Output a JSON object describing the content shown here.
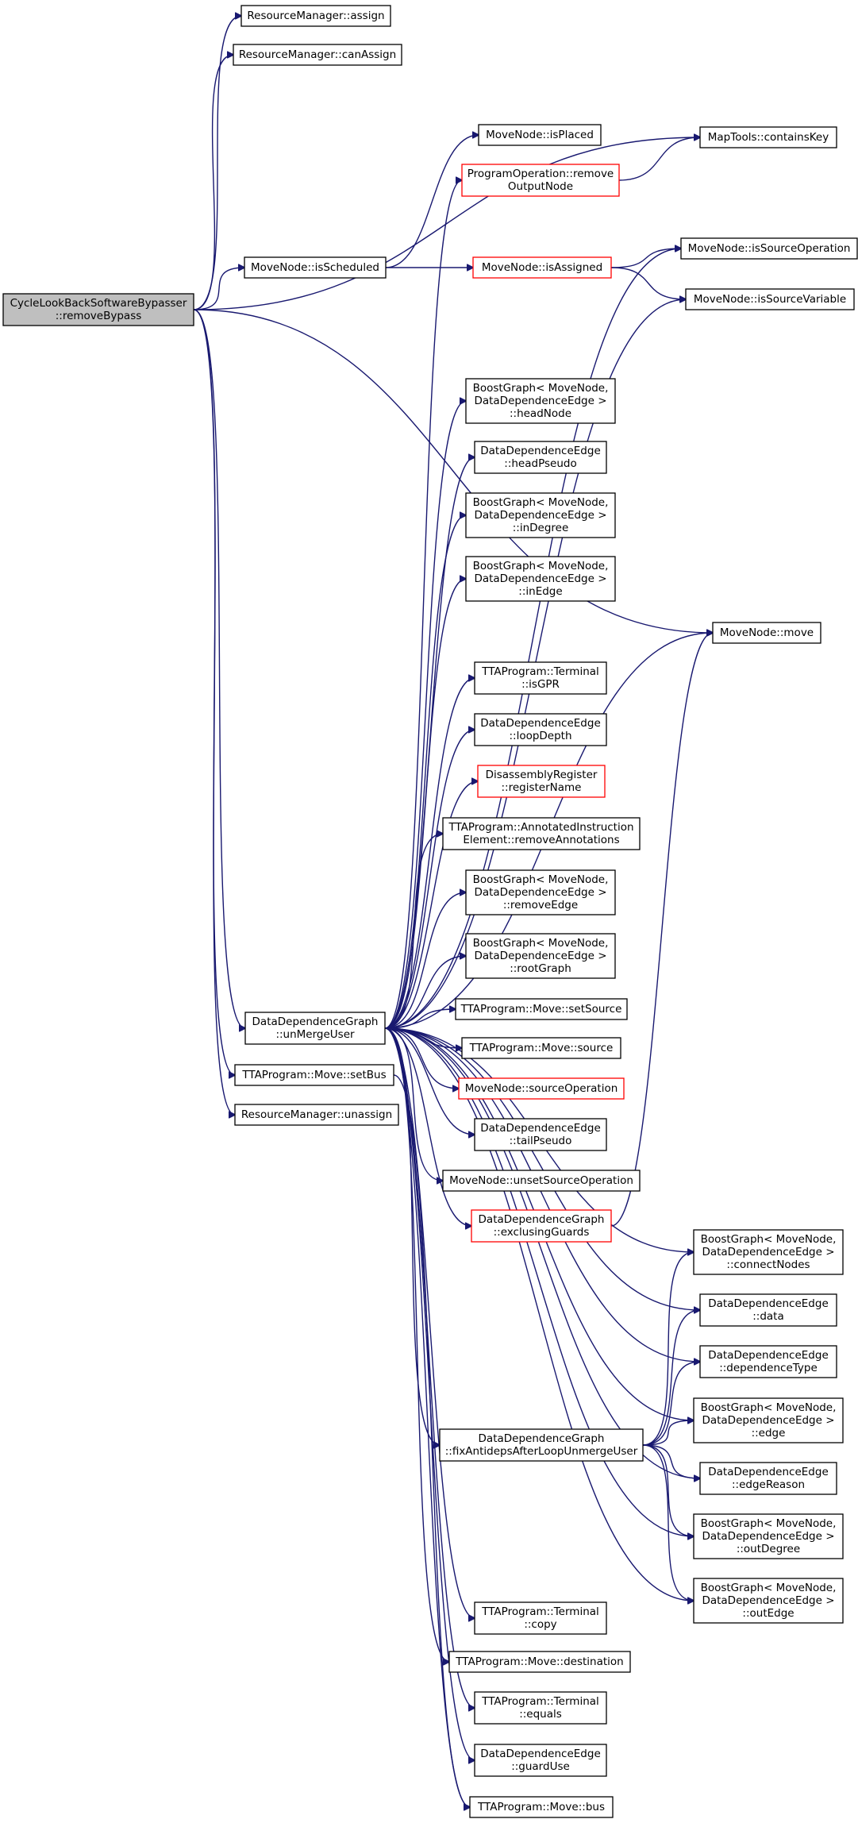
{
  "colors": {
    "edge": "#191970",
    "node_border": "#000000",
    "node_border_highlight": "#ff0000",
    "root_fill": "#bfbfbf",
    "node_fill": "#ffffff"
  },
  "nodes": [
    {
      "id": "root",
      "lines": [
        "CycleLookBackSoftwareBypasser",
        "::removeBypass"
      ],
      "style": "root"
    },
    {
      "id": "rm_assign",
      "lines": [
        "ResourceManager::assign"
      ]
    },
    {
      "id": "rm_canassign",
      "lines": [
        "ResourceManager::canAssign"
      ]
    },
    {
      "id": "mn_isplaced",
      "lines": [
        "MoveNode::isPlaced"
      ]
    },
    {
      "id": "mt_containskey",
      "lines": [
        "MapTools::containsKey"
      ]
    },
    {
      "id": "po_removeoutput",
      "lines": [
        "ProgramOperation::remove",
        "OutputNode"
      ],
      "style": "red"
    },
    {
      "id": "mn_isscheduled",
      "lines": [
        "MoveNode::isScheduled"
      ]
    },
    {
      "id": "mn_isassigned",
      "lines": [
        "MoveNode::isAssigned"
      ],
      "style": "red"
    },
    {
      "id": "mn_issourceop",
      "lines": [
        "MoveNode::isSourceOperation"
      ]
    },
    {
      "id": "mn_issourcevar",
      "lines": [
        "MoveNode::isSourceVariable"
      ]
    },
    {
      "id": "bg_headnode",
      "lines": [
        "BoostGraph< MoveNode,",
        "DataDependenceEdge >",
        "::headNode"
      ]
    },
    {
      "id": "dde_headpseudo",
      "lines": [
        "DataDependenceEdge",
        "::headPseudo"
      ]
    },
    {
      "id": "bg_indegree",
      "lines": [
        "BoostGraph< MoveNode,",
        "DataDependenceEdge >",
        "::inDegree"
      ]
    },
    {
      "id": "bg_inedge",
      "lines": [
        "BoostGraph< MoveNode,",
        "DataDependenceEdge >",
        "::inEdge"
      ]
    },
    {
      "id": "mn_move",
      "lines": [
        "MoveNode::move"
      ]
    },
    {
      "id": "tta_term_isgpr",
      "lines": [
        "TTAProgram::Terminal",
        "::isGPR"
      ]
    },
    {
      "id": "dde_loopdepth",
      "lines": [
        "DataDependenceEdge",
        "::loopDepth"
      ]
    },
    {
      "id": "dr_registername",
      "lines": [
        "DisassemblyRegister",
        "::registerName"
      ],
      "style": "red"
    },
    {
      "id": "tta_annot",
      "lines": [
        "TTAProgram::AnnotatedInstruction",
        "Element::removeAnnotations"
      ]
    },
    {
      "id": "bg_removeedge",
      "lines": [
        "BoostGraph< MoveNode,",
        "DataDependenceEdge >",
        "::removeEdge"
      ]
    },
    {
      "id": "bg_rootgraph",
      "lines": [
        "BoostGraph< MoveNode,",
        "DataDependenceEdge >",
        "::rootGraph"
      ]
    },
    {
      "id": "ddg_unmerge",
      "lines": [
        "DataDependenceGraph",
        "::unMergeUser"
      ]
    },
    {
      "id": "tta_move_setsource",
      "lines": [
        "TTAProgram::Move::setSource"
      ]
    },
    {
      "id": "tta_move_source",
      "lines": [
        "TTAProgram::Move::source"
      ]
    },
    {
      "id": "tta_move_setbus",
      "lines": [
        "TTAProgram::Move::setBus"
      ]
    },
    {
      "id": "mn_sourceop",
      "lines": [
        "MoveNode::sourceOperation"
      ],
      "style": "red"
    },
    {
      "id": "rm_unassign",
      "lines": [
        "ResourceManager::unassign"
      ]
    },
    {
      "id": "dde_tailpseudo",
      "lines": [
        "DataDependenceEdge",
        "::tailPseudo"
      ]
    },
    {
      "id": "mn_unsetsourceop",
      "lines": [
        "MoveNode::unsetSourceOperation"
      ]
    },
    {
      "id": "ddg_exclguards",
      "lines": [
        "DataDependenceGraph",
        "::exclusingGuards"
      ],
      "style": "red"
    },
    {
      "id": "bg_connectnodes",
      "lines": [
        "BoostGraph< MoveNode,",
        "DataDependenceEdge >",
        "::connectNodes"
      ]
    },
    {
      "id": "dde_data",
      "lines": [
        "DataDependenceEdge",
        "::data"
      ]
    },
    {
      "id": "dde_deptype",
      "lines": [
        "DataDependenceEdge",
        "::dependenceType"
      ]
    },
    {
      "id": "bg_edge",
      "lines": [
        "BoostGraph< MoveNode,",
        "DataDependenceEdge >",
        "::edge"
      ]
    },
    {
      "id": "ddg_fixanti",
      "lines": [
        "DataDependenceGraph",
        "::fixAntidepsAfterLoopUnmergeUser"
      ]
    },
    {
      "id": "dde_edgereason",
      "lines": [
        "DataDependenceEdge",
        "::edgeReason"
      ]
    },
    {
      "id": "bg_outdegree",
      "lines": [
        "BoostGraph< MoveNode,",
        "DataDependenceEdge >",
        "::outDegree"
      ]
    },
    {
      "id": "bg_outedge",
      "lines": [
        "BoostGraph< MoveNode,",
        "DataDependenceEdge >",
        "::outEdge"
      ]
    },
    {
      "id": "tta_term_copy",
      "lines": [
        "TTAProgram::Terminal",
        "::copy"
      ]
    },
    {
      "id": "tta_move_dest",
      "lines": [
        "TTAProgram::Move::destination"
      ]
    },
    {
      "id": "tta_term_equals",
      "lines": [
        "TTAProgram::Terminal",
        "::equals"
      ]
    },
    {
      "id": "dde_guarduse",
      "lines": [
        "DataDependenceEdge",
        "::guardUse"
      ]
    },
    {
      "id": "tta_move_bus",
      "lines": [
        "TTAProgram::Move::bus"
      ]
    }
  ],
  "edges": [
    [
      "root",
      "rm_assign"
    ],
    [
      "root",
      "rm_canassign"
    ],
    [
      "root",
      "mt_containskey"
    ],
    [
      "root",
      "mn_isscheduled"
    ],
    [
      "root",
      "mn_move"
    ],
    [
      "root",
      "ddg_unmerge"
    ],
    [
      "root",
      "tta_move_setbus"
    ],
    [
      "root",
      "rm_unassign"
    ],
    [
      "mn_isscheduled",
      "mn_isplaced"
    ],
    [
      "mn_isscheduled",
      "mn_isassigned"
    ],
    [
      "po_removeoutput",
      "mt_containskey"
    ],
    [
      "mn_isassigned",
      "mn_issourceop"
    ],
    [
      "mn_isassigned",
      "mn_issourcevar"
    ],
    [
      "ddg_unmerge",
      "po_removeoutput"
    ],
    [
      "ddg_unmerge",
      "mn_issourceop"
    ],
    [
      "ddg_unmerge",
      "mn_issourcevar"
    ],
    [
      "ddg_unmerge",
      "bg_headnode"
    ],
    [
      "ddg_unmerge",
      "dde_headpseudo"
    ],
    [
      "ddg_unmerge",
      "bg_indegree"
    ],
    [
      "ddg_unmerge",
      "bg_inedge"
    ],
    [
      "ddg_unmerge",
      "mn_move"
    ],
    [
      "ddg_unmerge",
      "tta_term_isgpr"
    ],
    [
      "ddg_unmerge",
      "dde_loopdepth"
    ],
    [
      "ddg_unmerge",
      "dr_registername"
    ],
    [
      "ddg_unmerge",
      "tta_annot"
    ],
    [
      "ddg_unmerge",
      "bg_removeedge"
    ],
    [
      "ddg_unmerge",
      "bg_rootgraph"
    ],
    [
      "ddg_unmerge",
      "tta_move_setsource"
    ],
    [
      "ddg_unmerge",
      "tta_move_source"
    ],
    [
      "ddg_unmerge",
      "mn_sourceop"
    ],
    [
      "ddg_unmerge",
      "dde_tailpseudo"
    ],
    [
      "ddg_unmerge",
      "mn_unsetsourceop"
    ],
    [
      "ddg_unmerge",
      "ddg_exclguards"
    ],
    [
      "ddg_unmerge",
      "bg_connectnodes"
    ],
    [
      "ddg_unmerge",
      "dde_data"
    ],
    [
      "ddg_unmerge",
      "dde_deptype"
    ],
    [
      "ddg_unmerge",
      "bg_edge"
    ],
    [
      "ddg_unmerge",
      "ddg_fixanti"
    ],
    [
      "ddg_unmerge",
      "dde_edgereason"
    ],
    [
      "ddg_unmerge",
      "bg_outdegree"
    ],
    [
      "ddg_unmerge",
      "bg_outedge"
    ],
    [
      "ddg_unmerge",
      "tta_term_copy"
    ],
    [
      "ddg_unmerge",
      "tta_move_dest"
    ],
    [
      "ddg_unmerge",
      "tta_term_equals"
    ],
    [
      "ddg_unmerge",
      "dde_guarduse"
    ],
    [
      "ddg_unmerge",
      "tta_move_bus"
    ],
    [
      "tta_move_setbus",
      "tta_move_bus"
    ],
    [
      "ddg_exclguards",
      "mn_move"
    ],
    [
      "ddg_fixanti",
      "bg_connectnodes"
    ],
    [
      "ddg_fixanti",
      "dde_data"
    ],
    [
      "ddg_fixanti",
      "dde_deptype"
    ],
    [
      "ddg_fixanti",
      "bg_edge"
    ],
    [
      "ddg_fixanti",
      "dde_edgereason"
    ],
    [
      "ddg_fixanti",
      "bg_outdegree"
    ],
    [
      "ddg_fixanti",
      "bg_outedge"
    ]
  ]
}
